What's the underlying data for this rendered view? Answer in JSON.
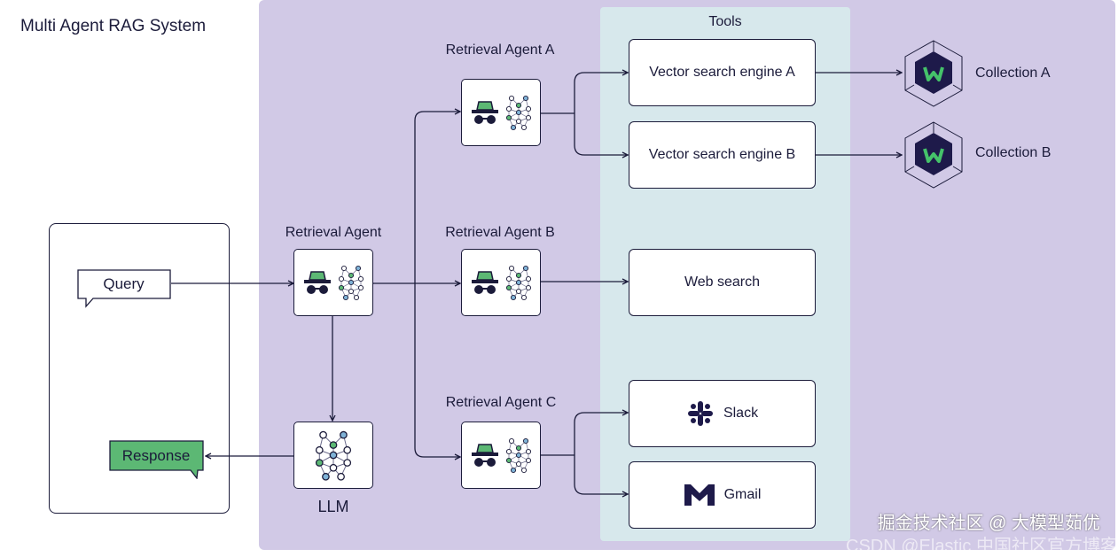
{
  "title": "Multi Agent RAG System",
  "tools_label": "Tools",
  "client": {
    "query": "Query",
    "response": "Response"
  },
  "main_agent": {
    "label": "Retrieval Agent"
  },
  "llm": {
    "label": "LLM"
  },
  "agents": [
    {
      "label": "Retrieval Agent A"
    },
    {
      "label": "Retrieval Agent B"
    },
    {
      "label": "Retrieval Agent C"
    }
  ],
  "tools": {
    "vector_a": "Vector search engine A",
    "vector_b": "Vector search engine B",
    "web": "Web search",
    "slack": "Slack",
    "gmail": "Gmail"
  },
  "collections": [
    "Collection A",
    "Collection B"
  ],
  "watermark": "掘金技术社区 @ 大模型茹优",
  "watermark_sub": "CSDN @Elastic 中国社区官方博客",
  "colors": {
    "panel": "#d1c9e6",
    "tools_panel": "#d7e8ec",
    "accent_green": "#5cb874",
    "dark": "#1b1b3a",
    "brand_dark": "#1e1a4a",
    "brand_green": "#45c26a"
  }
}
